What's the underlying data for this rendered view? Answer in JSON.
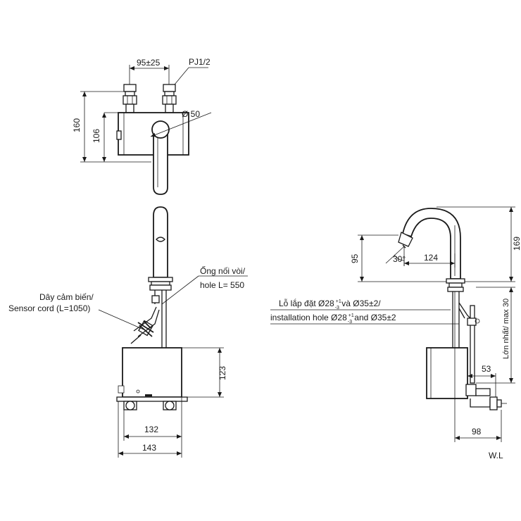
{
  "labels": {
    "dim_95_25": "95±25",
    "pj": "PJ1/2",
    "dim_160": "160",
    "dim_106": "106",
    "dim_d50": "Ø 50",
    "ong_noi_1": "Ống nối vòi/",
    "ong_noi_2": "hole L= 550",
    "sensor_1": "Dây cảm biến/",
    "sensor_2": "Sensor cord (L=1050)",
    "dim_123": "123",
    "dim_132": "132",
    "dim_143": "143",
    "dim_95": "95",
    "dim_30deg": "30°",
    "dim_124": "124",
    "dim_169": "169",
    "hole_vn_prefix": "Lỗ lắp đặt Ø28",
    "hole_vn_suffix": " và Ø35±2/",
    "hole_en_prefix": "installation hole Ø28",
    "hole_en_suffix": " and Ø35±2",
    "tol_plus": "+1",
    "tol_minus": "-3",
    "max_30": "Lớn nhất/ max 30",
    "dim_53": "53",
    "dim_98": "98",
    "wl": "W.L"
  }
}
